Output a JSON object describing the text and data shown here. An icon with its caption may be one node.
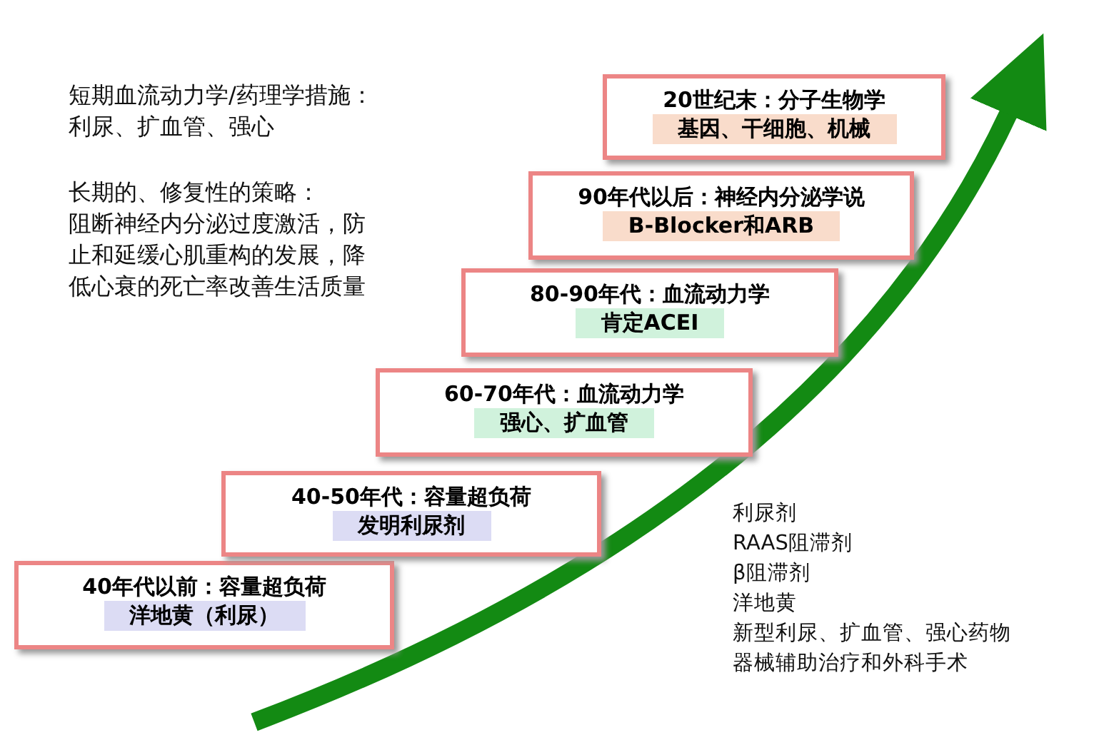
{
  "diagram": {
    "nodes": [
      {
        "text": [
          "40年代以前：容量超负荷",
          "洋地黄（利尿）"
        ]
      },
      {
        "text": [
          "40-50年代：容量超负荷",
          "发明利尿剂"
        ]
      },
      {
        "text": [
          "60-70年代：血流动力学",
          "强心、扩血管"
        ]
      },
      {
        "text": [
          "80-90年代：血流动力学",
          "肯定ACEI"
        ]
      },
      {
        "text": [
          "90年代以后：神经内分泌学说",
          "B-Blocker和ARB"
        ]
      },
      {
        "text": [
          "20世纪末：分子生物学",
          "基因、干细胞、机械"
        ]
      }
    ],
    "edges": [],
    "labels": [
      "短期血流动力学/药理学措施：",
      "利尿、扩血管、强心",
      "长期的、修复性的策略：",
      "阻断神经内分泌过度激活，防止和延缓心肌重构的发展，降低心衰的死亡率改善生活质量",
      "利尿剂",
      "RAAS阻滞剂",
      "β阻滞剂",
      "洋地黄",
      "新型利尿、扩血管、强心药物",
      "器械辅助治疗和外科手术"
    ]
  }
}
